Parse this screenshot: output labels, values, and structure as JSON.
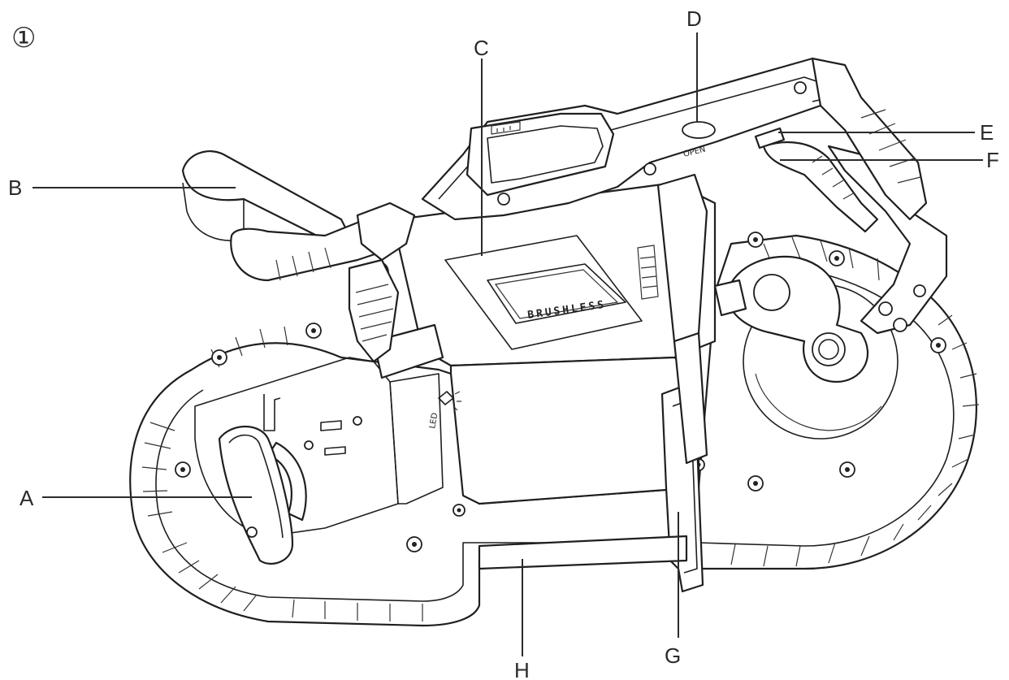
{
  "figure": {
    "number_mark": "①",
    "callouts": [
      {
        "id": "A",
        "text": "A"
      },
      {
        "id": "B",
        "text": "B"
      },
      {
        "id": "C",
        "text": "C"
      },
      {
        "id": "D",
        "text": "D"
      },
      {
        "id": "E",
        "text": "E"
      },
      {
        "id": "F",
        "text": "F"
      },
      {
        "id": "G",
        "text": "G"
      },
      {
        "id": "H",
        "text": "H"
      }
    ],
    "device_markings": {
      "brushless": "BRUSHLESS",
      "open": "OPEN",
      "led": "LED"
    }
  }
}
